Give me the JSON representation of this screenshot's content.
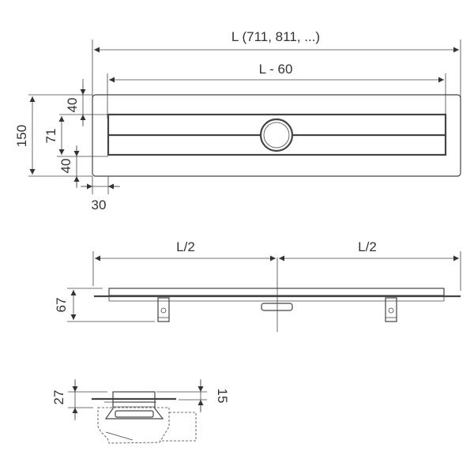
{
  "drawing": {
    "title": "Shower drain channel dimension drawing",
    "colors": {
      "line": "#444444",
      "text": "#333333",
      "background": "#ffffff"
    },
    "top_view": {
      "overall_length": "L (711, 811, ...)",
      "inner_length": "L - 60",
      "total_width": "150",
      "top_margin": "40",
      "channel_width": "71",
      "bottom_margin": "40",
      "side_margin": "30"
    },
    "side_view": {
      "left_half": "L/2",
      "right_half": "L/2",
      "height": "67"
    },
    "end_view": {
      "left_height": "27",
      "right_height": "15"
    }
  }
}
